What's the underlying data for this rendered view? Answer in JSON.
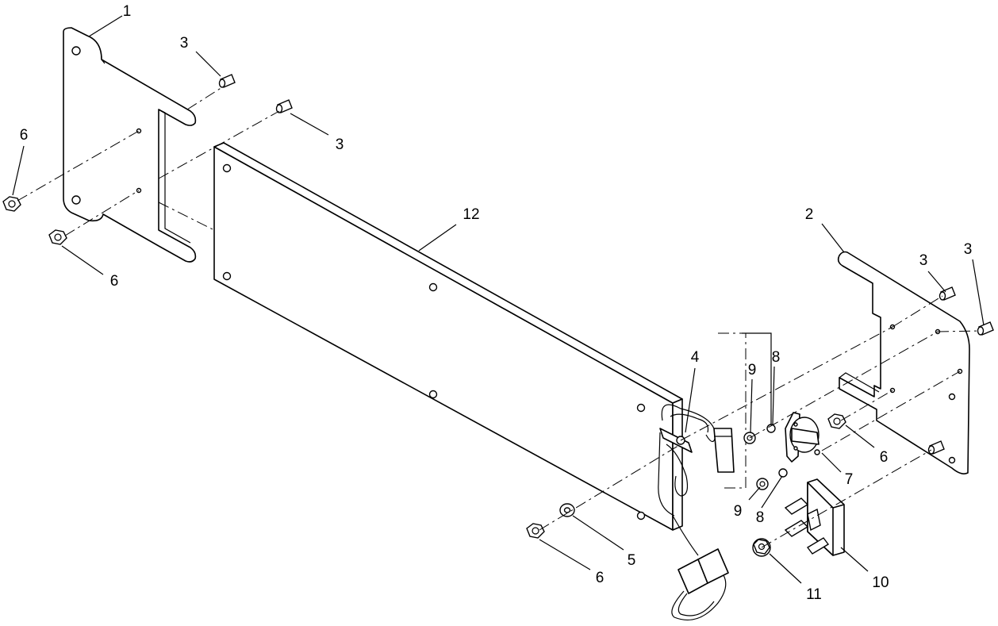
{
  "diagram": {
    "callouts": [
      {
        "id": "c1",
        "label": "1"
      },
      {
        "id": "c2",
        "label": "2"
      },
      {
        "id": "c3a",
        "label": "3"
      },
      {
        "id": "c3b",
        "label": "3"
      },
      {
        "id": "c3c",
        "label": "3"
      },
      {
        "id": "c3d",
        "label": "3"
      },
      {
        "id": "c4",
        "label": "4"
      },
      {
        "id": "c5",
        "label": "5"
      },
      {
        "id": "c6a",
        "label": "6"
      },
      {
        "id": "c6b",
        "label": "6"
      },
      {
        "id": "c6c",
        "label": "6"
      },
      {
        "id": "c6d",
        "label": "6"
      },
      {
        "id": "c7",
        "label": "7"
      },
      {
        "id": "c8a",
        "label": "8"
      },
      {
        "id": "c8b",
        "label": "8"
      },
      {
        "id": "c9a",
        "label": "9"
      },
      {
        "id": "c9b",
        "label": "9"
      },
      {
        "id": "c10",
        "label": "10"
      },
      {
        "id": "c11",
        "label": "11"
      },
      {
        "id": "c12",
        "label": "12"
      }
    ]
  }
}
